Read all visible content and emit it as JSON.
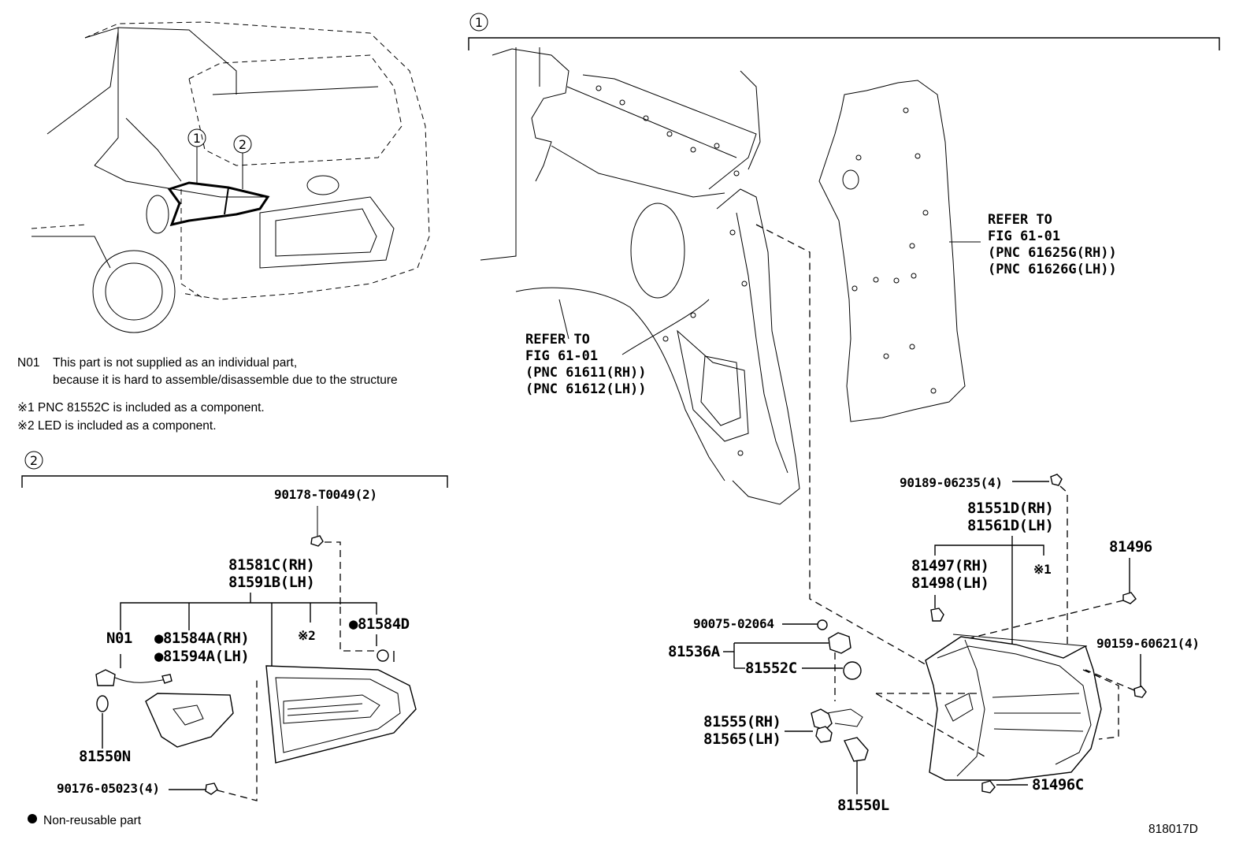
{
  "section_markers": {
    "one": "1",
    "two": "2"
  },
  "notes": {
    "n01_code": "N01",
    "n01_line1": "This part is not supplied as an individual part,",
    "n01_line2": "because it is hard to assemble/disassemble due to the structure",
    "star1": "※1 PNC 81552C is included as a component.",
    "star2": "※2 LED is included as a component.",
    "legend_bullet": "●",
    "legend_text": "Non-reusable part"
  },
  "references": {
    "quarter_panel": [
      "REFER TO",
      "FIG 61-01",
      "(PNC 61611(RH))",
      "(PNC 61612(LH))"
    ],
    "inner_panel": [
      "REFER TO",
      "FIG 61-01",
      "(PNC 61625G(RH))",
      "(PNC 61626G(LH))"
    ]
  },
  "section1_parts": {
    "p90189": "90189-06235(4)",
    "p81551d": "81551D(RH)",
    "p81561d": "81561D(LH)",
    "p81497": "81497(RH)",
    "p81498": "81498(LH)",
    "mark1": "※1",
    "p81496": "81496",
    "p90075": "90075-02064",
    "p81536a": "81536A",
    "p81552c": "81552C",
    "p90159": "90159-60621(4)",
    "p81555": "81555(RH)",
    "p81565": "81565(LH)",
    "p81496c": "81496C",
    "p81550l": "81550L"
  },
  "section2_parts": {
    "p90178": "90178-T0049(2)",
    "p81581c": "81581C(RH)",
    "p81591b": "81591B(LH)",
    "n01": "N01",
    "p81584a": "●81584A(RH)",
    "p81594a": "●81594A(LH)",
    "mark2": "※2",
    "p81584d": "●81584D",
    "p81550n": "81550N",
    "p90176": "90176-05023(4)"
  },
  "diagram_id": "818017D"
}
